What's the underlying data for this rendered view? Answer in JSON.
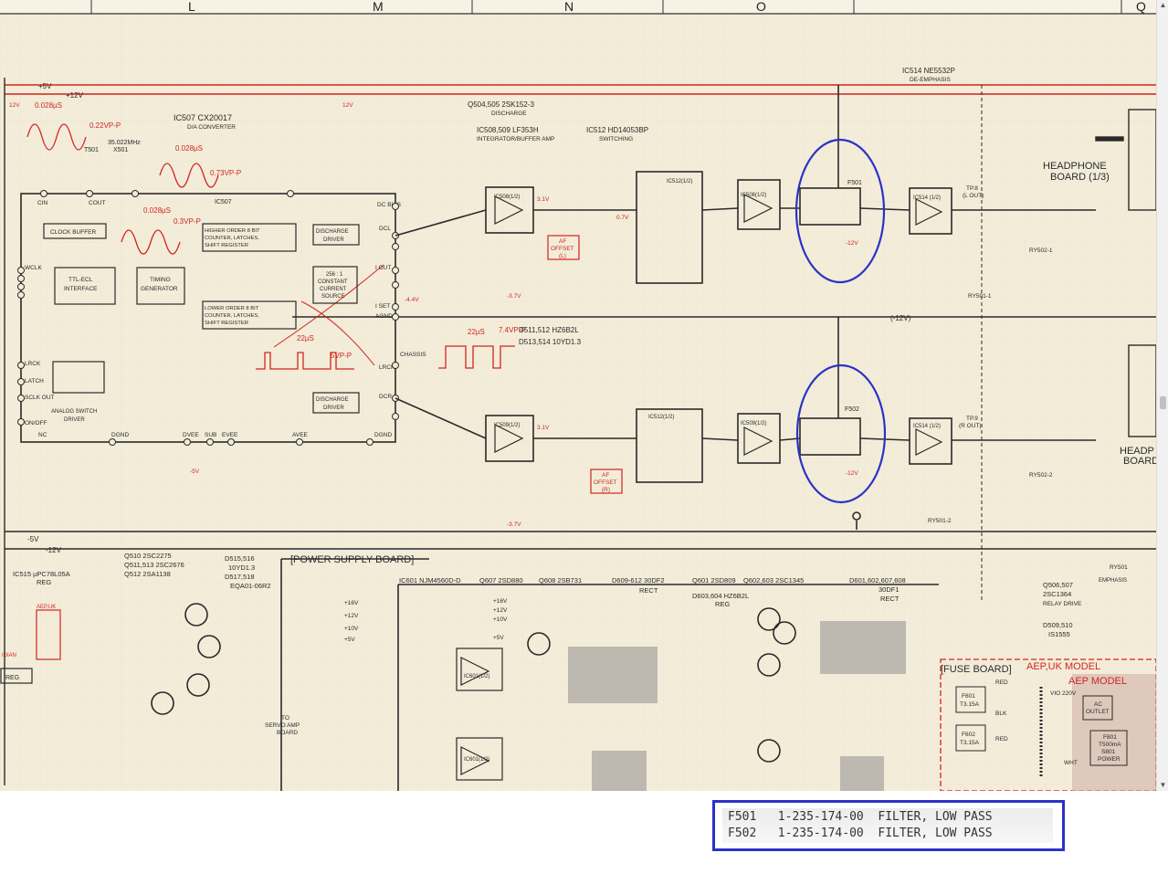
{
  "grid_letters": [
    "L",
    "M",
    "N",
    "O",
    "Q"
  ],
  "rails": {
    "plus5v": "+5V",
    "plus12v": "+12V",
    "minus12v": "(-12V)",
    "minus5v": "-5V",
    "minus12v_b": "-12V"
  },
  "ics": {
    "ic507": "IC507 CX20017",
    "ic507_sub": "D/A CONVERTER",
    "ic507_tag": "IC507",
    "ic508": "IC508,509  LF353H",
    "ic508_sub": "INTEGRATOR/BUFFER AMP",
    "ic512": "IC512  HD14053BP",
    "ic512_sub": "SWITCHING",
    "ic514": "IC514  NE5532P",
    "ic514_sub": "DE-EMPHASIS",
    "ic515": "IC515  µPC78L05A",
    "ic515_sub": "REG",
    "ic601": "IC601  NJM4560D-D",
    "q504": "Q504,505  2SK152-3",
    "q504_sub": "DISCHARGE"
  },
  "blocks": {
    "clock_buffer": "CLOCK BUFFER",
    "ttl_ecl_1": "TTL-ECL",
    "ttl_ecl_2": "INTERFACE",
    "timing_1": "TIMING",
    "timing_2": "GENERATOR",
    "hi_1": "HIGHER ORDER 8 BIT",
    "hi_2": "COUNTER, LATCHES,",
    "hi_3": "SHIFT REGISTER",
    "lo_1": "LOWER ORDER 8 BIT",
    "lo_2": "COUNTER, LATCHES,",
    "lo_3": "SHIFT REGISTER",
    "cur_1": "256 : 1",
    "cur_2": "CONSTANT",
    "cur_3": "CURRENT",
    "cur_4": "SOURCE",
    "dis_1": "DISCHARGE",
    "dis_2": "DRIVER",
    "asw_1": "ANALOG SWITCH",
    "asw_2": "DRIVER"
  },
  "opamps": {
    "ic508a": "IC508(1/2)",
    "ic509a": "IC509(1/2)",
    "ic508b": "IC508(1/2)",
    "ic509b": "IC509(1/2)",
    "ic514a": "IC514 (1/2)",
    "ic514b": "IC514 (1/2)",
    "ic512a": "IC512(1/2)",
    "ic512b": "IC512(1/2)",
    "ic601a": "IC601(1/2)",
    "ic601b": "IC601(1/2)"
  },
  "filters": {
    "f501": "F501",
    "f502": "F502"
  },
  "pins": {
    "wclk": "WCLK",
    "lrck_l": "LRCK",
    "latch": "LATCH",
    "sclk": "SCLK OUT",
    "onoff": "ON/OFF",
    "nc": "NC",
    "dgnd": "DGND",
    "dvee": "DVEE",
    "sub": "SUB",
    "evee": "EVEE",
    "avee": "AVEE",
    "cin": "CIN",
    "cout": "COUT",
    "dc_bias": "DC BIAS",
    "dcl": "DCL",
    "iout_l": "I OUT",
    "iset": "I SET",
    "agnd": "AGND",
    "lrck_r": "LRCK",
    "dcr": "DCR",
    "dgnd2": "DGND",
    "chassis": "CHASSIS"
  },
  "annot": {
    "wave1": "0.028µS",
    "wave1b": "0.22VP-P",
    "wave2": "0.028µS",
    "wave2b": "0.73VP-P",
    "wave3": "0.028µS",
    "wave3b": "0.3VP-P",
    "wave4": "22µS",
    "wave4b": "5VP-P",
    "wave5": "22µS",
    "wave5b": "7.4VP-P",
    "xtal": "35.022MHz",
    "xtal_id": "X501",
    "t501": "T501"
  },
  "voltages": {
    "v12": "12V",
    "vm12": "-12V",
    "v31": "3.1V",
    "v07": "0.7V",
    "vm37": "-3.7V",
    "vm5": "-5V",
    "vm4": "-4.4V"
  },
  "diodes": {
    "d511": "D511,512   HZ6B2L",
    "d513": "D513,514   10YD1.3",
    "d515": "D515,516",
    "d515b": "10YD1.3",
    "d517": "D517,518",
    "d517b": "EQA01-06R2"
  },
  "offsets": {
    "afl_1": "AF",
    "afl_2": "OFFSET",
    "afl_3": "(L)",
    "afr_1": "AF",
    "afr_2": "OFFSET",
    "afr_3": "(R)"
  },
  "outputs": {
    "headphone_1": "HEADPHONE",
    "headphone_2": "BOARD (1/3)",
    "headr_1": "HEADP",
    "headr_2": "BOARD",
    "tp8": "TP.8",
    "tp8b": "(L OUT)",
    "tp9": "TP.9",
    "tp9b": "(R OUT)",
    "ry501": "RY502-1",
    "ry502": "RY502-2",
    "ry501b": "RY501-1",
    "ry501c": "RY501-2"
  },
  "power": {
    "board": "[POWER SUPPLY BOARD]",
    "q510": "Q510        2SC2275",
    "q511": "Q511,513  2SC2676",
    "q512": "Q512        2SA1138",
    "q607": "Q607 2SD880",
    "q608": "Q608  2SB731",
    "d609": "D609-612  30DF2",
    "d609b": "RECT",
    "q601": "Q601  2SD809",
    "q602": "Q602,603  2SC1345",
    "d601": "D601,602,607,608",
    "d601b": "30DF1",
    "d601c": "RECT",
    "d603": "D603,604  HZ6B2L",
    "d603b": "REG",
    "td": "TO",
    "td2": "SERVO AMP",
    "td3": "BOARD",
    "q506": "Q506,507",
    "q506b": "2SC1364",
    "q506c": "RELAY DRIVE",
    "d509": "D509,510",
    "d509b": "IS1555",
    "rails": [
      "+16V",
      "+12V",
      "+10V",
      "+5V"
    ],
    "ry501": "RY501",
    "emphasis": "EMPHASIS"
  },
  "fuse": {
    "board": "[FUSE BOARD]",
    "aep_uk": "AEP,UK MODEL",
    "aep": "AEP MODEL",
    "f601": "F601",
    "f601b": "T3.15A",
    "f602": "F602",
    "f602b": "T3.15A",
    "f801": "F801",
    "f801b": "T500mA",
    "s801": "S801",
    "s801b": "POWER",
    "ac": "AC",
    "acb": "OUTLET",
    "vio": "VIO 220V",
    "red": "RED",
    "blk": "BLK",
    "wht": "WHT"
  },
  "left": {
    "aep_uk": "AEP,UK",
    "reg": "REG",
    "aian": "IDIAN"
  },
  "parts_list": {
    "rows": [
      {
        "ref": "F501",
        "part_no": "1-235-174-00",
        "desc": "FILTER, LOW PASS"
      },
      {
        "ref": "F502",
        "part_no": "1-235-174-00",
        "desc": "FILTER, LOW PASS"
      }
    ]
  },
  "colors": {
    "paper": "#f3ecd9",
    "ink": "#2a2a2a",
    "red": "#d0261f",
    "highlight": "#2b32c6"
  }
}
